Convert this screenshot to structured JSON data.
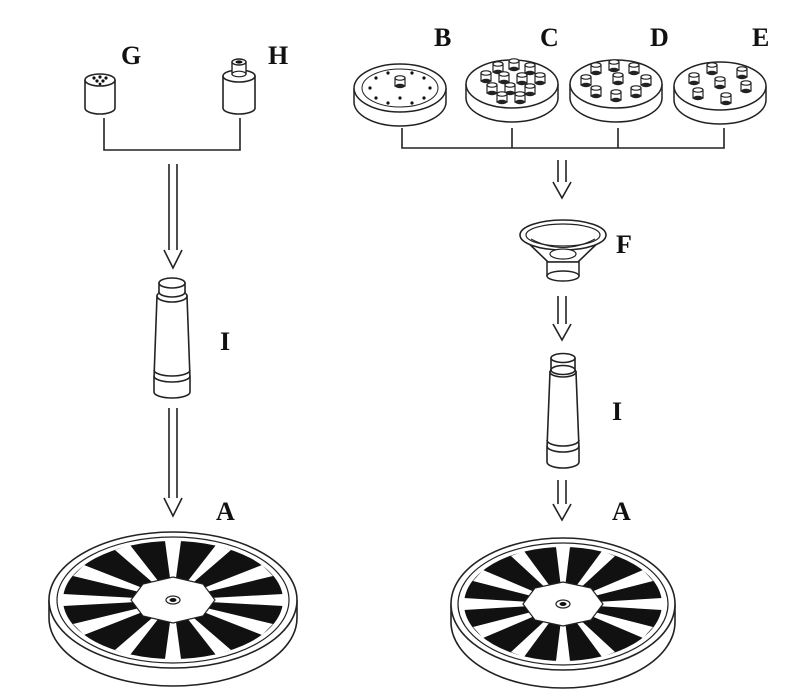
{
  "labels": {
    "G": "G",
    "H": "H",
    "B": "B",
    "C": "C",
    "D": "D",
    "E": "E",
    "F": "F",
    "I_left": "I",
    "I_right": "I",
    "A_left": "A",
    "A_right": "A"
  }
}
